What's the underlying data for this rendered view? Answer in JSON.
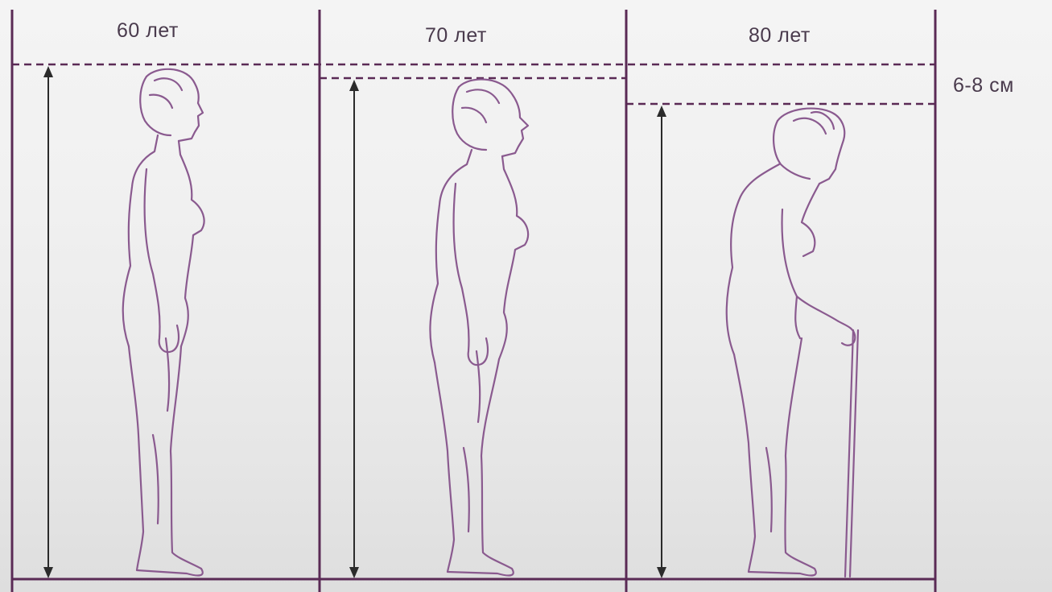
{
  "panels": [
    {
      "age_label": "60 лет"
    },
    {
      "age_label": "70 лет"
    },
    {
      "age_label": "80 лет"
    }
  ],
  "height_loss_label": "6-8 см",
  "colors": {
    "frame": "#5a2a55",
    "figure": "#8a5a8f",
    "arrow": "#2b2b2b",
    "text": "#4a3b4d"
  }
}
